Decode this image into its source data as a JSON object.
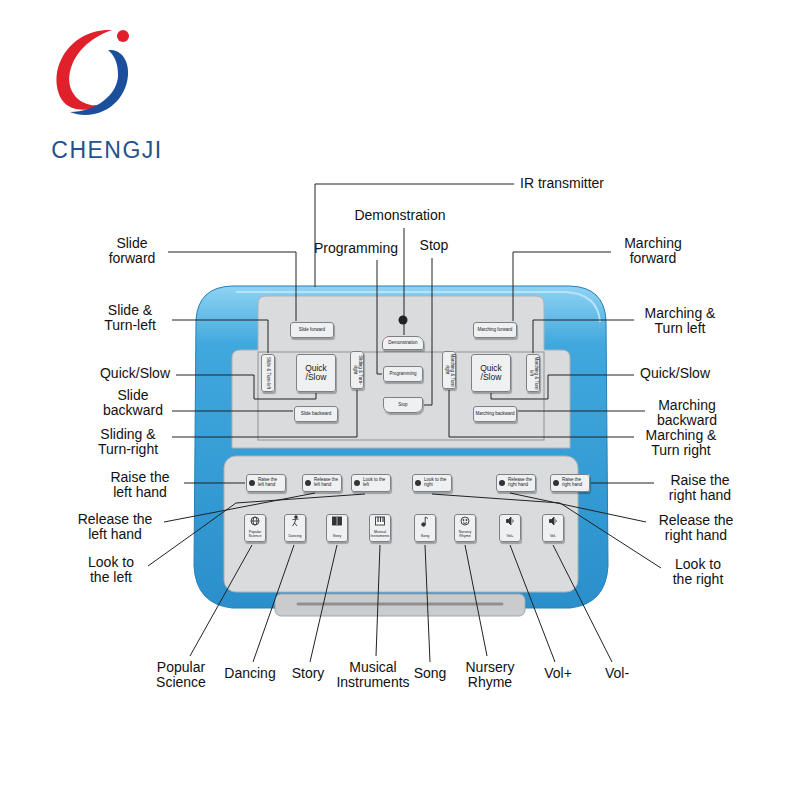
{
  "diagram": {
    "nodes": [
      {
        "text": [
          "Slide forward"
        ]
      },
      {
        "text": [
          "Slide & Turn-left"
        ]
      },
      {
        "text": [
          "Quick /Slow"
        ]
      },
      {
        "text": [
          "Slide backward"
        ]
      },
      {
        "text": [
          "Sliding & Turn-right"
        ]
      },
      {
        "text": [
          "Demonstration"
        ]
      },
      {
        "text": [
          "Programming"
        ]
      },
      {
        "text": [
          "Stop"
        ]
      },
      {
        "text": [
          "Marching forward"
        ]
      },
      {
        "text": [
          "Marching & Turn left"
        ]
      },
      {
        "text": [
          "Quick /Slow"
        ]
      },
      {
        "text": [
          "Marching backward"
        ]
      },
      {
        "text": [
          "Marching & Turn right"
        ]
      },
      {
        "text": [
          "Raise the left hand"
        ]
      },
      {
        "text": [
          "Release the left hand"
        ]
      },
      {
        "text": [
          "Look to the left"
        ]
      },
      {
        "text": [
          "Look to the right"
        ]
      },
      {
        "text": [
          "Release the right hand"
        ]
      },
      {
        "text": [
          "Raise the right hand"
        ]
      },
      {
        "text": [
          "Popular Science"
        ]
      },
      {
        "text": [
          "Dancing"
        ]
      },
      {
        "text": [
          "Story"
        ]
      },
      {
        "text": [
          "Musical Instruments"
        ]
      },
      {
        "text": [
          "Song"
        ]
      },
      {
        "text": [
          "Nursery Rhyme"
        ]
      },
      {
        "text": [
          "Vol+"
        ]
      },
      {
        "text": [
          "Vol-"
        ]
      }
    ],
    "labels": [
      "CHENGJI",
      "IR transmitter",
      "Demonstration",
      "Programming",
      "Stop",
      "Slide forward",
      "Marching forward",
      "Slide & Turn-left",
      "Marching & Turn left",
      "Quick/Slow",
      "Quick/Slow",
      "Slide backward",
      "Marching backward",
      "Sliding & Turn-right",
      "Marching & Turn right",
      "Raise the left hand",
      "Raise the right hand",
      "Release the left hand",
      "Release the right hand",
      "Look to the left",
      "Look to the right",
      "Popular Science",
      "Dancing",
      "Story",
      "Musical Instruments",
      "Song",
      "Nursery Rhyme",
      "Vol+",
      "Vol-"
    ]
  }
}
